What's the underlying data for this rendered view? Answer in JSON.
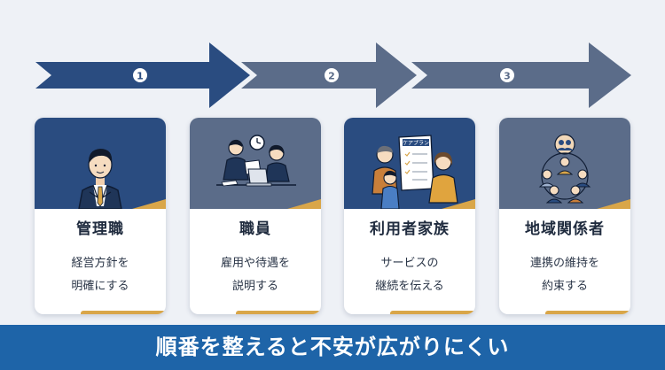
{
  "steps": [
    {
      "number": "1",
      "title": "管理職",
      "desc_line1": "経営方針を",
      "desc_line2": "明確にする"
    },
    {
      "number": "2",
      "title": "職員",
      "desc_line1": "雇用や待遇を",
      "desc_line2": "説明する"
    },
    {
      "number": "3",
      "title": "利用者家族",
      "desc_line1": "サービスの",
      "desc_line2": "継続を伝える",
      "doc_label": "ケアプラン"
    },
    {
      "title": "地域関係者",
      "desc_line1": "連携の維持を",
      "desc_line2": "約束する"
    }
  ],
  "banner": {
    "text": "順番を整えると不安が広がりにくい"
  },
  "colors": {
    "navy": "#2a4c80",
    "slate": "#5b6c89",
    "gold": "#d9a649",
    "banner": "#1e64a8",
    "background": "#eef1f6"
  }
}
